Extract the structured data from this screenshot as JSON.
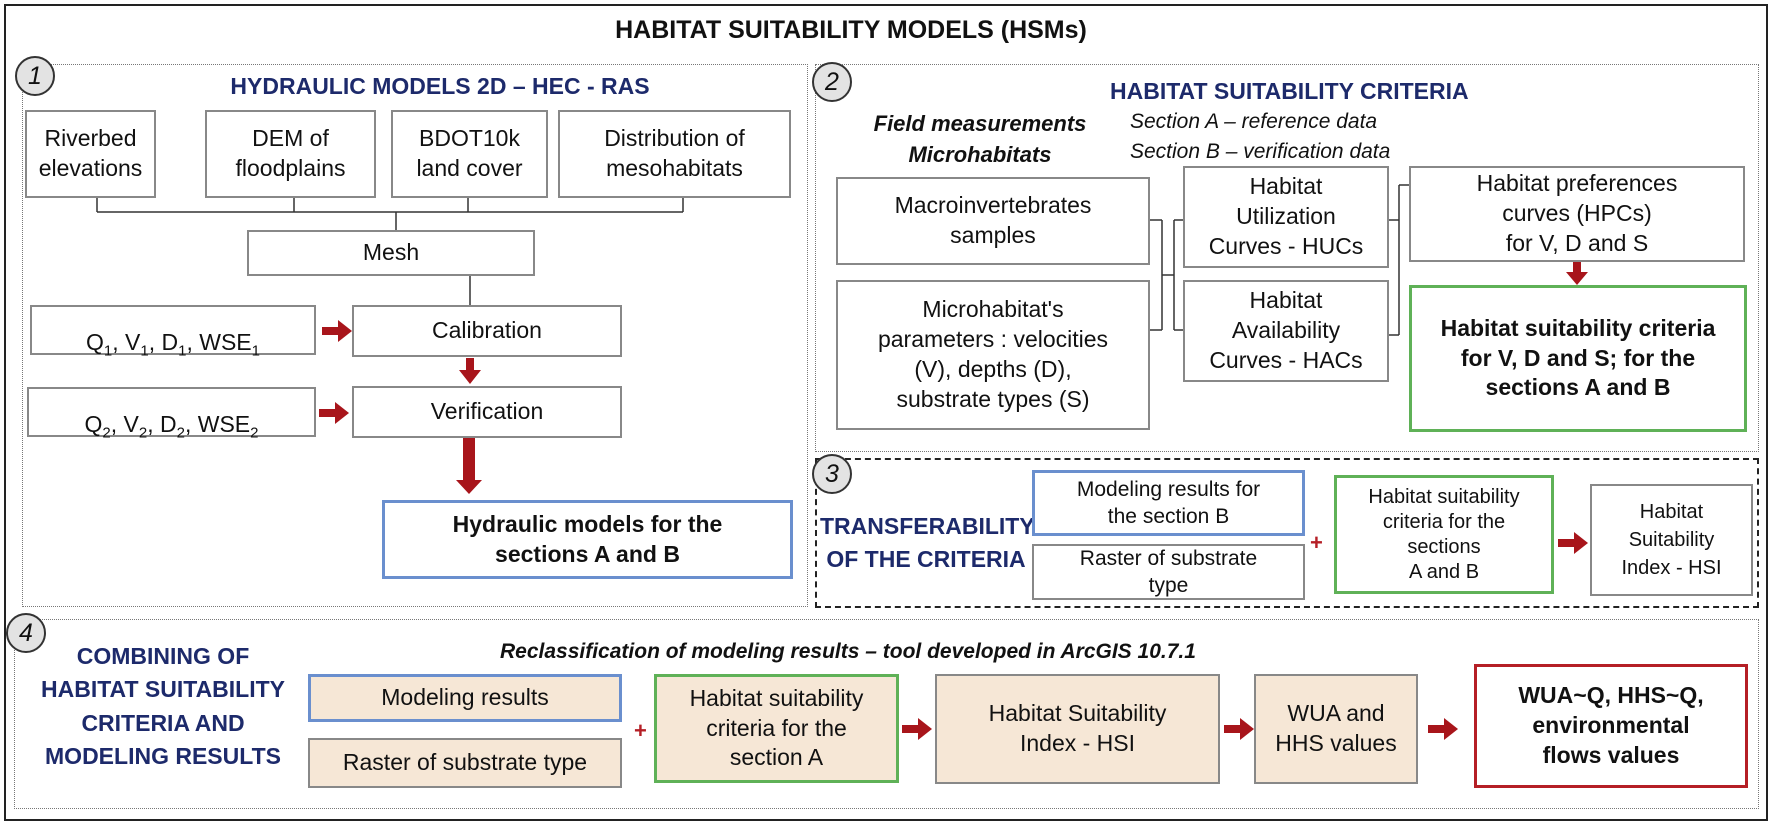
{
  "title": "HABITAT SUITABILITY MODELS (HSMs)",
  "panel1": {
    "number": "1",
    "title": "HYDRAULIC MODELS 2D – HEC - RAS",
    "inputs": [
      "Riverbed\nelevations",
      "DEM of\nfloodplains",
      "BDOT10k\nland cover",
      "Distribution of\nmesohabitats"
    ],
    "mesh": "Mesh",
    "calibration": "Calibration",
    "verification": "Verification",
    "q1": {
      "parts": [
        [
          "Q",
          "1"
        ],
        [
          "V",
          "1"
        ],
        [
          "D",
          "1"
        ],
        [
          "WSE",
          "1"
        ]
      ]
    },
    "q2": {
      "parts": [
        [
          "Q",
          "2"
        ],
        [
          "V",
          "2"
        ],
        [
          "D",
          "2"
        ],
        [
          "WSE",
          "2"
        ]
      ]
    },
    "output": "Hydraulic models for the\nsections A and B"
  },
  "panel2": {
    "number": "2",
    "title": "HABITAT SUITABILITY CRITERIA",
    "field_label": "Field measurements\nMicrohabitats",
    "section_a": "Section A – reference data",
    "section_b": "Section B – verification data",
    "macro": "Macroinvertebrates\nsamples",
    "micro": "Microhabitat's\nparameters : velocities\n(V), depths (D),\nsubstrate types (S)",
    "huc": "Habitat\nUtilization\nCurves - HUCs",
    "hac": "Habitat\nAvailability\nCurves - HACs",
    "hpc": "Habitat preferences\ncurves (HPCs)\nfor V, D and S",
    "criteria": "Habitat suitability criteria\nfor V, D and S; for the\nsections A and B"
  },
  "panel3": {
    "number": "3",
    "title": "TRANSFERABILITY\nOF THE CRITERIA",
    "modeling_b": "Modeling results for\nthe section B",
    "raster": "Raster of substrate\ntype",
    "plus": "+",
    "criteria_ab": "Habitat suitability\ncriteria for the\nsections\nA and B",
    "hsi": "Habitat\nSuitability\nIndex - HSI"
  },
  "panel4": {
    "number": "4",
    "title": "COMBINING OF\nHABITAT SUITABILITY\nCRITERIA AND\nMODELING RESULTS",
    "subtitle": "Reclassification of modeling results – tool developed in ArcGIS 10.7.1",
    "modeling": "Modeling results",
    "raster": "Raster of substrate type",
    "plus": "+",
    "criteria_a": "Habitat suitability\ncriteria for the\nsection A",
    "hsi": "Habitat Suitability\nIndex - HSI",
    "wua": "WUA and\nHHS values",
    "final": "WUA~Q, HHS~Q,\nenvironmental\nflows values"
  },
  "colors": {
    "navy": "#1d2a6b",
    "arrow": "#a8151b",
    "blue_border": "#6a8fce",
    "green_border": "#5fb157",
    "red_border": "#b51f26",
    "tan_fill": "#f6e7d6"
  },
  "icons": {
    "arrow": "right-arrow-icon",
    "down_arrow": "down-arrow-icon"
  }
}
